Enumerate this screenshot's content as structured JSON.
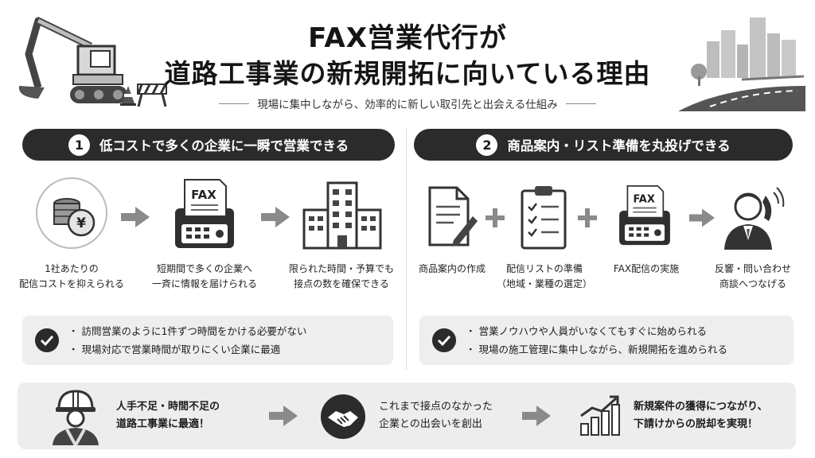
{
  "header": {
    "title_line1": "FAX営業代行が",
    "title_line2": "道路工事業の新規開拓に向いている理由",
    "subtitle": "現場に集中しながら、効率的に新しい取引先と出会える仕組み"
  },
  "sections": [
    {
      "number": "1",
      "title": "低コストで多くの企業に一瞬で営業できる",
      "steps": [
        {
          "icon": "coin-yen-icon",
          "line1": "1社あたりの",
          "line2": "配信コストを抑えられる"
        },
        {
          "icon": "fax-machine-icon",
          "fax_label": "FAX",
          "line1": "短期間で多くの企業へ",
          "line2": "一斉に情報を届けられる"
        },
        {
          "icon": "office-building-icon",
          "line1": "限られた時間・予算でも",
          "line2": "接点の数を確保できる"
        }
      ],
      "benefits": [
        "・ 訪問営業のように1件ずつ時間をかける必要がない",
        "・ 現場対応で営業時間が取りにくい企業に最適"
      ]
    },
    {
      "number": "2",
      "title": "商品案内・リスト準備を丸投げできる",
      "steps": [
        {
          "icon": "document-pen-icon",
          "line1": "商品案内の作成",
          "line2": ""
        },
        {
          "icon": "clipboard-checklist-icon",
          "line1": "配信リストの準備",
          "line2": "（地域・業種の選定）"
        },
        {
          "icon": "fax-machine-icon",
          "fax_label": "FAX",
          "line1": "FAX配信の実施",
          "line2": ""
        },
        {
          "icon": "phone-operator-icon",
          "line1": "反響・問い合わせ",
          "line2": "商談へつなげる"
        }
      ],
      "benefits": [
        "・ 営業ノウハウや人員がいなくてもすぐに始められる",
        "・ 現場の施工管理に集中しながら、新規開拓を進められる"
      ]
    }
  ],
  "bottom": [
    {
      "icon": "construction-worker-icon",
      "line1": "人手不足・時間不足の",
      "line2": "道路工事業に最適！"
    },
    {
      "icon": "handshake-icon",
      "line1": "これまで接点のなかった",
      "line2": "企業との出会いを創出"
    },
    {
      "icon": "growth-chart-icon",
      "line1": "新規案件の獲得につながり、",
      "line2": "下請けからの脱却を実現！"
    }
  ],
  "colors": {
    "dark": "#2b2b2b",
    "panel": "#eeeeee",
    "arrow": "#8a8a8a"
  }
}
